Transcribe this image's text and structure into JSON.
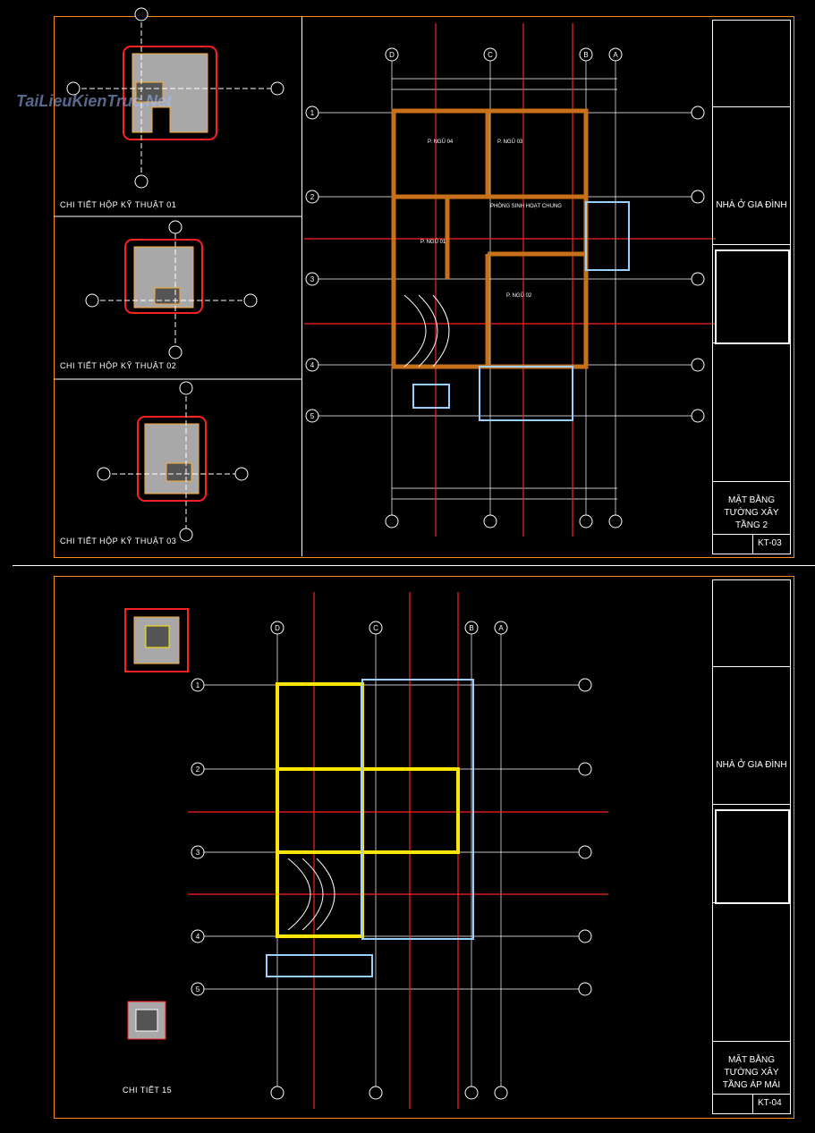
{
  "watermark": "TaiLieuKienTruc.Net",
  "colors": {
    "sheet_border": "#ff8a1a",
    "axis": "#ff2020",
    "grid": "#ffffff",
    "wall": "#c8701a",
    "dim": "#ffffff",
    "cyan": "#9ad0ff",
    "yellow": "#ffe600"
  },
  "sheet1": {
    "details": [
      "CHI TIẾT HỘP KỸ THUẬT 01",
      "CHI TIẾT HỘP KỸ THUẬT 02",
      "CHI TIẾT HỘP KỸ THUẬT 03"
    ],
    "axes_top": [
      "D",
      "C",
      "B",
      "A"
    ],
    "axes_side": [
      "1",
      "2",
      "3",
      "4",
      "5"
    ],
    "rooms": [
      "P. NGỦ 04",
      "P. NGỦ 03",
      "PHÒNG SINH HOẠT CHUNG",
      "P. NGỦ 01",
      "P. NGỦ 02"
    ],
    "titleblock": {
      "project": "NHÀ Ở GIA ĐÌNH",
      "title_lines": [
        "MẶT BẰNG",
        "TƯỜNG XÂY",
        "TẦNG 2"
      ],
      "sheet_no": "KT-03"
    }
  },
  "sheet2": {
    "detail": "CHI TIẾT 15",
    "axes_top": [
      "D",
      "C",
      "B",
      "A"
    ],
    "axes_side": [
      "1",
      "2",
      "3",
      "4",
      "5"
    ],
    "titleblock": {
      "project": "NHÀ Ở GIA ĐÌNH",
      "title_lines": [
        "MẶT BẰNG",
        "TƯỜNG XÂY",
        "TẦNG ÁP MÁI"
      ],
      "sheet_no": "KT-04"
    }
  }
}
